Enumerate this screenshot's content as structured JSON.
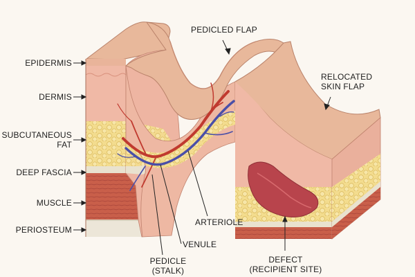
{
  "labels": {
    "epidermis": "EPIDERMIS",
    "dermis": "DERMIS",
    "subcutaneous_fat_1": "SUBCUTANEOUS",
    "subcutaneous_fat_2": "FAT",
    "deep_fascia": "DEEP FASCIA",
    "muscle": "MUSCLE",
    "periosteum": "PERIOSTEUM",
    "pedicled_flap": "PEDICLED FLAP",
    "relocated_flap_1": "RELOCATED",
    "relocated_flap_2": "SKIN FLAP",
    "arteriole": "ARTERIOLE",
    "venule": "VENULE",
    "pedicle_1": "PEDICLE",
    "pedicle_2": "(STALK)",
    "defect_1": "DEFECT",
    "defect_2": "(RECIPIENT SITE)"
  },
  "colors": {
    "background": "#fbf7f1",
    "epidermis": "#e9b49a",
    "dermis": "#f0b9a6",
    "fat": "#f3dc8e",
    "fascia": "#e9e2cf",
    "muscle": "#c95f4a",
    "periosteum": "#ece6d8",
    "arteriole": "#c03a2f",
    "venule": "#4a4fa8",
    "defect": "#b8444c",
    "skin_surface": "#e8b89b"
  }
}
